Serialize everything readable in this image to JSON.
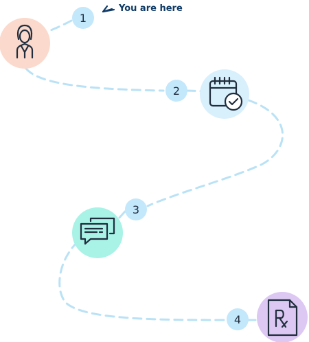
{
  "here_label": "You are here",
  "steps": [
    {
      "number": "1",
      "icon": "doctor-icon",
      "circle_color": "#fbd9cc"
    },
    {
      "number": "2",
      "icon": "calendar-check-icon",
      "circle_color": "#d8effc"
    },
    {
      "number": "3",
      "icon": "chat-bubbles-icon",
      "circle_color": "#a8f2e6"
    },
    {
      "number": "4",
      "icon": "prescription-icon",
      "circle_color": "#dcc8f2"
    }
  ],
  "colors": {
    "path": "#b9e2f6",
    "badge": "#c3e7fb",
    "icon_stroke": "#1f2d3d",
    "arrow": "#0f3b66"
  }
}
